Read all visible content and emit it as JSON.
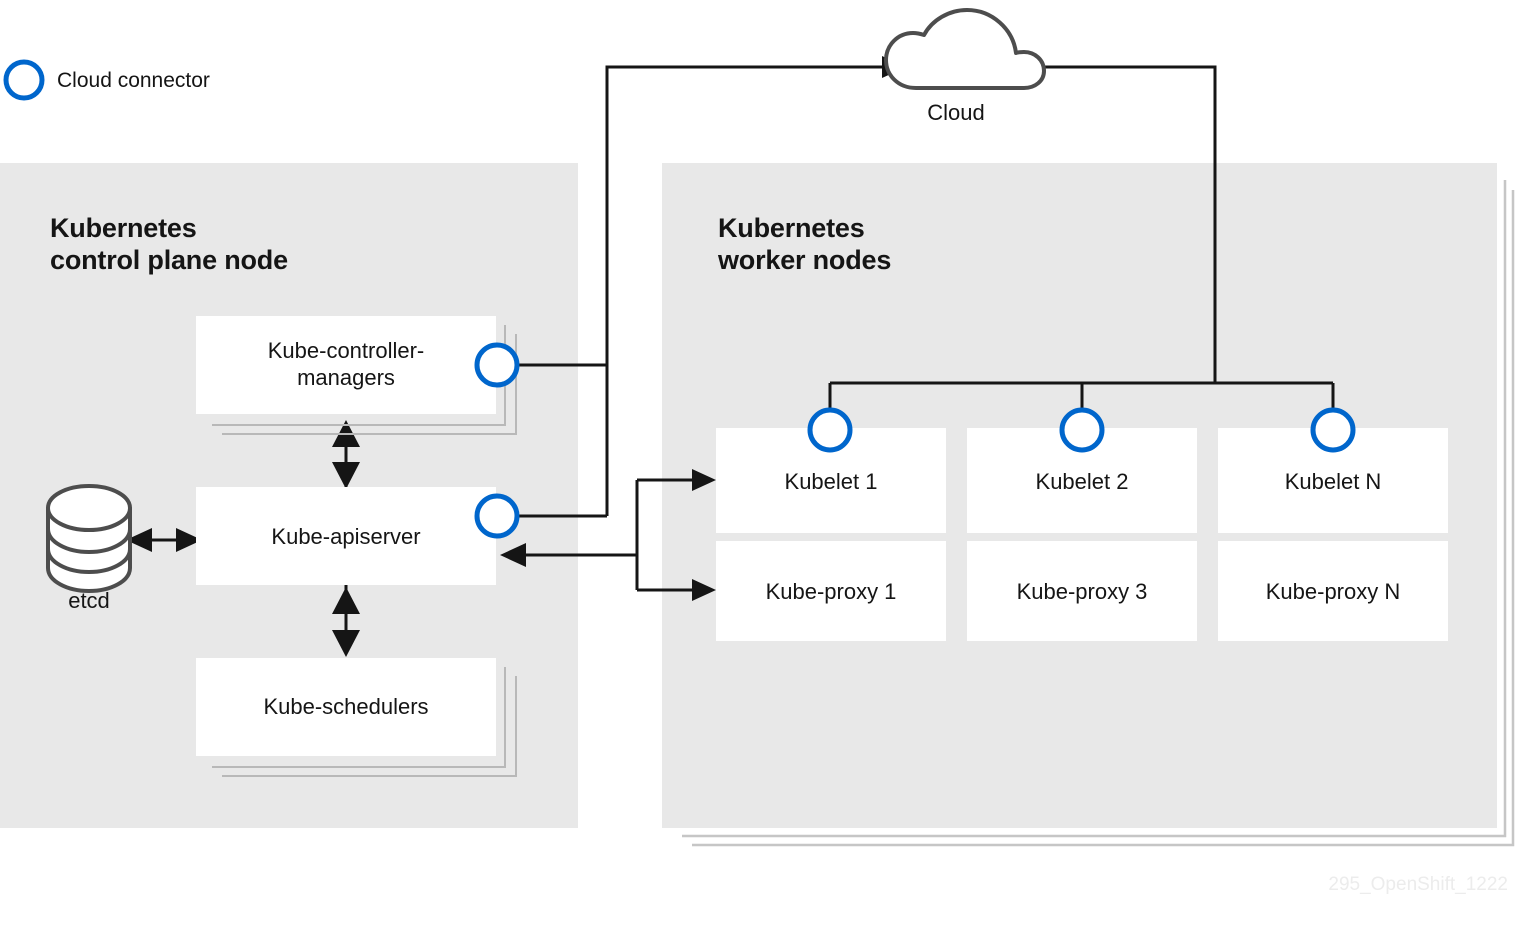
{
  "colors": {
    "connector_blue": "#0066cc",
    "panel_gray": "#e8e8e8",
    "box_white": "#ffffff",
    "line_black": "#151515",
    "glyph_gray": "#4d4d4d",
    "stack_gray": "#c6c6c6",
    "watermark_gray": "#ececec"
  },
  "legend": {
    "label": "Cloud connector",
    "icon": "circle-ring-icon"
  },
  "cloud": {
    "label": "Cloud",
    "icon": "cloud-icon"
  },
  "control_plane": {
    "title_line1": "Kubernetes",
    "title_line2": "control plane node",
    "etcd": {
      "label": "etcd",
      "icon": "database-cylinder-icon"
    },
    "boxes": [
      {
        "id": "kube-controller-managers",
        "label_line1": "Kube-controller-",
        "label_line2": "managers",
        "stacked": true,
        "has_connector": true
      },
      {
        "id": "kube-apiserver",
        "label_line1": "Kube-apiserver",
        "label_line2": "",
        "stacked": false,
        "has_connector": true
      },
      {
        "id": "kube-schedulers",
        "label_line1": "Kube-schedulers",
        "label_line2": "",
        "stacked": true,
        "has_connector": false
      }
    ]
  },
  "worker_nodes": {
    "title_line1": "Kubernetes",
    "title_line2": "worker nodes",
    "columns": [
      {
        "kubelet": "Kubelet 1",
        "kube_proxy": "Kube-proxy 1",
        "has_connector": true
      },
      {
        "kubelet": "Kubelet 2",
        "kube_proxy": "Kube-proxy 3",
        "has_connector": true
      },
      {
        "kubelet": "Kubelet N",
        "kube_proxy": "Kube-proxy N",
        "has_connector": true
      }
    ]
  },
  "watermark": {
    "text": "295_OpenShift_1222"
  }
}
